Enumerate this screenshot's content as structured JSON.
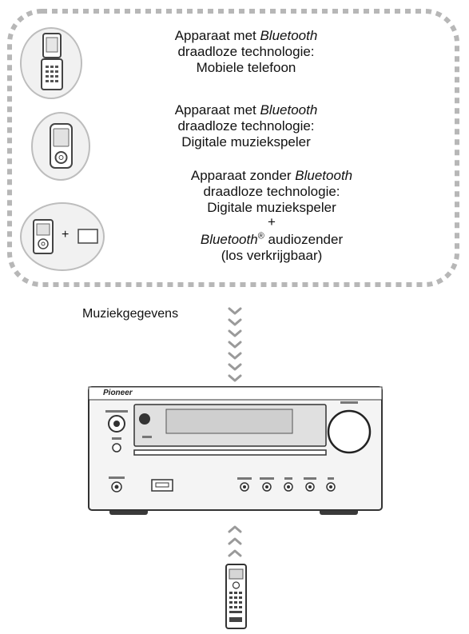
{
  "devices": [
    {
      "icon": "mobile-phone-icon",
      "line1_prefix": "Apparaat met ",
      "line1_brand": "Bluetooth",
      "line2": "draadloze technologie:",
      "line3": "Mobiele telefoon"
    },
    {
      "icon": "digital-music-player-icon",
      "line1_prefix": "Apparaat met ",
      "line1_brand": "Bluetooth",
      "line2": "draadloze technologie:",
      "line3": "Digitale muziekspeler"
    },
    {
      "icon": "music-player-plus-transmitter-icon",
      "line1_prefix": "Apparaat zonder ",
      "line1_brand": "Bluetooth",
      "line2": "draadloze technologie:",
      "line3": "Digitale muziekspeler",
      "plus": "+",
      "line5_brand": "Bluetooth",
      "line5_reg": "®",
      "line5_suffix": " audiozender",
      "line6": "(los verkrijgbaar)"
    }
  ],
  "flow_label": "Muziekgegevens",
  "receiver": {
    "brand": "Pioneer",
    "icon": "stereo-receiver-icon"
  },
  "remote": {
    "icon": "remote-control-icon"
  }
}
